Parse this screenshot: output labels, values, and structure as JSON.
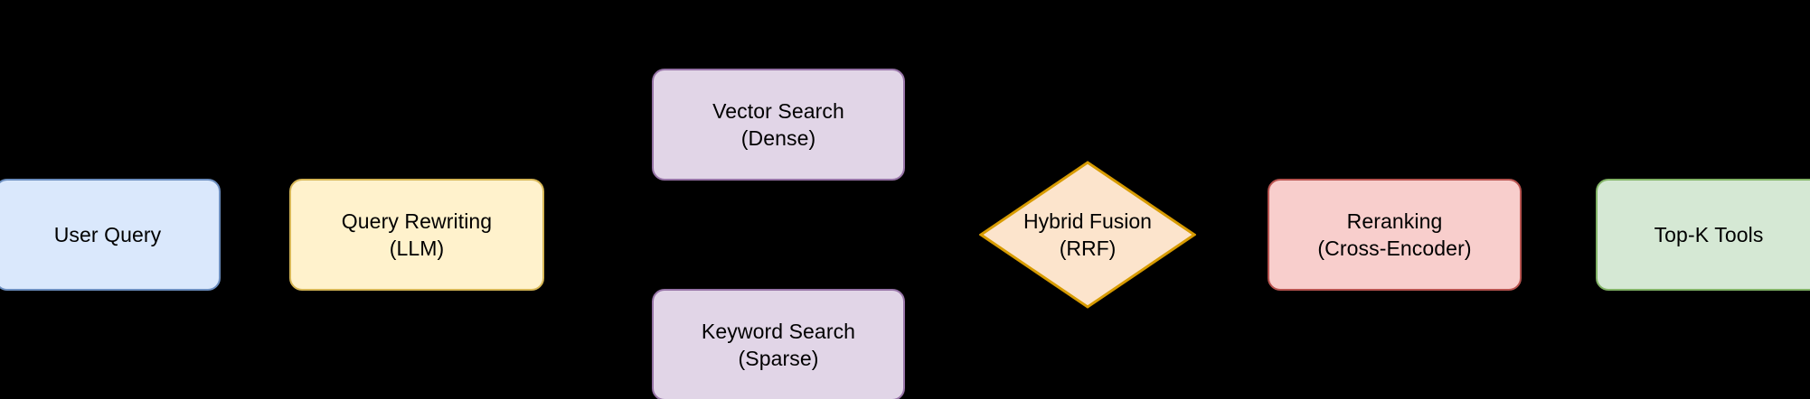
{
  "diagram": {
    "type": "flowchart",
    "orientation": "left-to-right",
    "background_color": "#000000",
    "text_color": "#000000",
    "nodes": [
      {
        "id": "user-query",
        "shape": "rounded-rect",
        "lines": [
          "User Query"
        ],
        "fill": "#DAE8FC",
        "stroke": "#6C8EBF"
      },
      {
        "id": "query-rewriting",
        "shape": "rounded-rect",
        "lines": [
          "Query Rewriting",
          "(LLM)"
        ],
        "fill": "#FFF2CC",
        "stroke": "#D6B656"
      },
      {
        "id": "vector-search",
        "shape": "rounded-rect",
        "lines": [
          "Vector Search",
          "(Dense)"
        ],
        "fill": "#E1D5E7",
        "stroke": "#9673A6"
      },
      {
        "id": "keyword-search",
        "shape": "rounded-rect",
        "lines": [
          "Keyword Search",
          "(Sparse)"
        ],
        "fill": "#E1D5E7",
        "stroke": "#9673A6"
      },
      {
        "id": "hybrid-fusion",
        "shape": "diamond",
        "lines": [
          "Hybrid Fusion",
          "(RRF)"
        ],
        "fill": "#FCE4CC",
        "stroke": "#D79B00"
      },
      {
        "id": "reranking",
        "shape": "rounded-rect",
        "lines": [
          "Reranking",
          "(Cross-Encoder)"
        ],
        "fill": "#F8CECC",
        "stroke": "#B85450"
      },
      {
        "id": "topk-tools",
        "shape": "rounded-rect",
        "lines": [
          "Top-K Tools"
        ],
        "fill": "#D5E8D4",
        "stroke": "#82B366"
      }
    ]
  }
}
